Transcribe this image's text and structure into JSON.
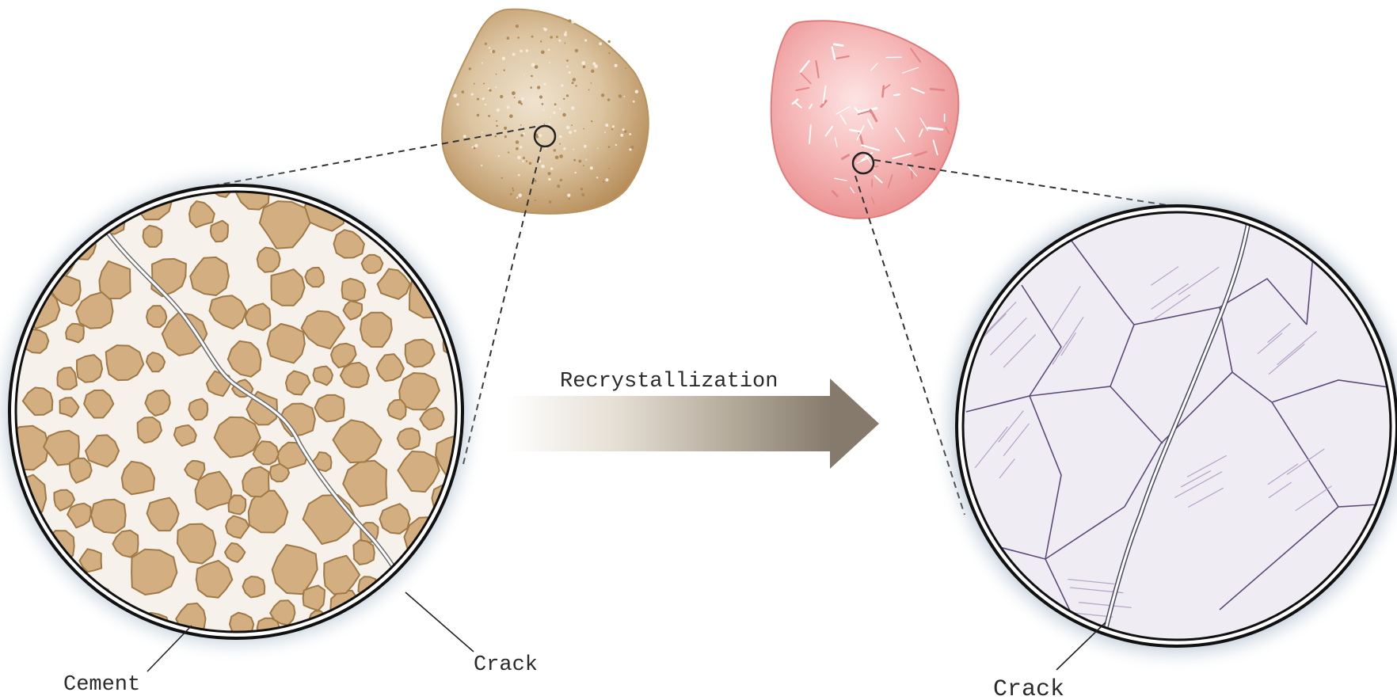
{
  "labels": {
    "process": "Recrystallization",
    "cement": "Cement",
    "crack_left": "Crack",
    "crack_right": "Crack"
  },
  "colors": {
    "sandstone": "#c9a67a",
    "sandstone_grain": "#d2ae80",
    "grain_outline": "#a07a46",
    "quartzite": "#f0a3a3",
    "quartzite_view_fill": "#f0ecf4",
    "grain_boundary": "#5c4a78",
    "arrow_dark": "#857a6c"
  },
  "icons": {
    "sandstone_specimen": "sandstone-rock-icon",
    "quartzite_specimen": "quartzite-rock-icon",
    "magnifier": "magnified-view-icon",
    "arrow": "right-arrow-icon"
  }
}
